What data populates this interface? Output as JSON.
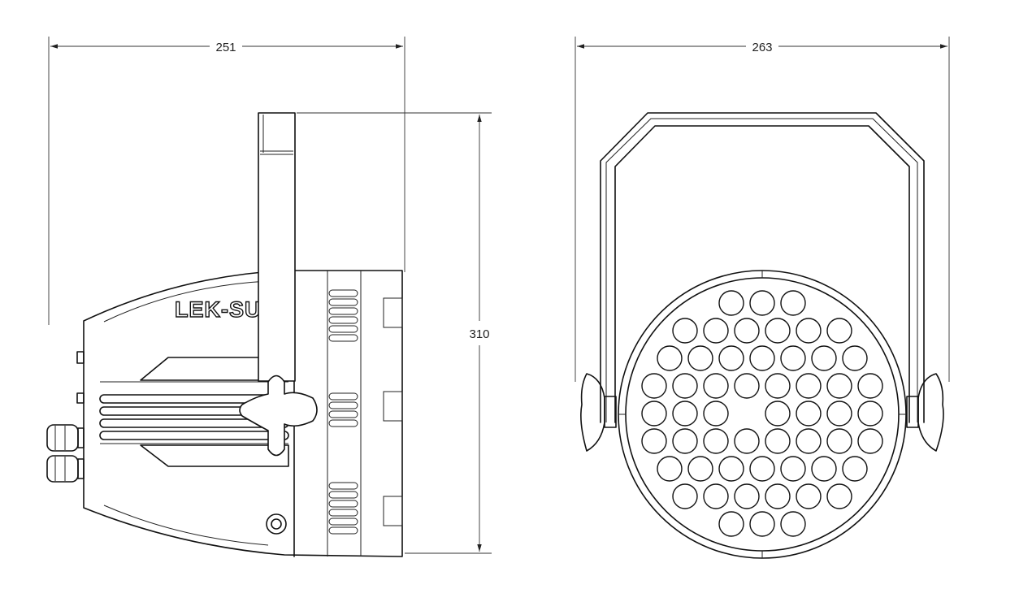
{
  "dimensions": {
    "side_width": "251",
    "front_width": "263",
    "height": "310"
  },
  "logo_text": "LEK-SU",
  "led_rows": [
    3,
    6,
    7,
    8,
    7,
    8,
    7,
    6,
    3
  ]
}
